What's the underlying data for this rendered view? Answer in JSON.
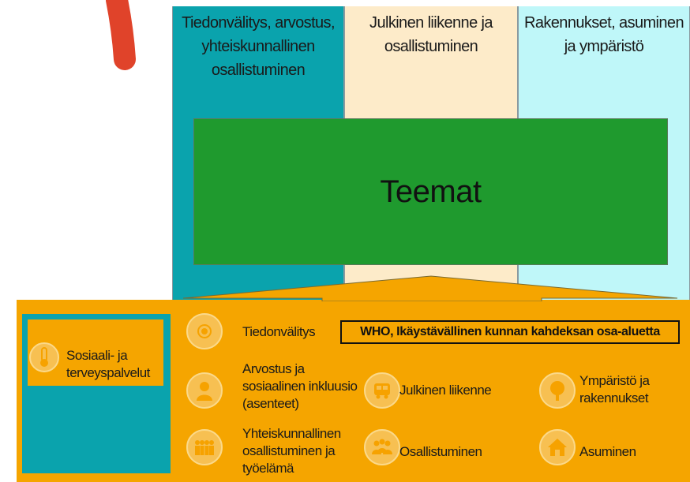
{
  "columns": [
    {
      "title": "Tiedonvälitys, arvostus,\nyhteiskunnallinen\nosallistuminen",
      "color": "#0aa3ad"
    },
    {
      "title": "Julkinen liikenne ja\nosallistuminen",
      "color": "#fdebc9"
    },
    {
      "title": "Rakennukset, asuminen\nja ympäristö",
      "color": "#bff7f9"
    }
  ],
  "center_label": "Teemat",
  "who_title": "WHO, Ikäystävällinen kunnan kahdeksan osa-aluetta",
  "areas": {
    "sosiaali": "Sosiaali- ja\nterveyspalvelut",
    "tiedonvalitys": "Tiedonvälitys",
    "arvostus": "Arvostus ja\nsosiaalinen inkluusio\n(asenteet)",
    "yhteiskunnallinen": "Yhteiskunnallinen\nosallistuminen ja\ntyöelämä",
    "liikenne": "Julkinen liikenne",
    "osallistuminen": "Osallistuminen",
    "ymparisto": "Ympäristö ja\nrakennukset",
    "asuminen": "Asuminen"
  },
  "icons": {
    "sosiaali": "thermometer-icon",
    "tiedonvalitys": "broadcast-icon",
    "arvostus": "person-icon",
    "yhteiskunnallinen": "people-group-icon",
    "liikenne": "bus-icon",
    "osallistuminen": "people-icon",
    "ymparisto": "tree-icon",
    "asuminen": "house-icon"
  },
  "colors": {
    "accent_orange": "#f5a500",
    "teal": "#0aa3ad",
    "green": "#1f9a2e",
    "mark_red": "#e0432a"
  }
}
